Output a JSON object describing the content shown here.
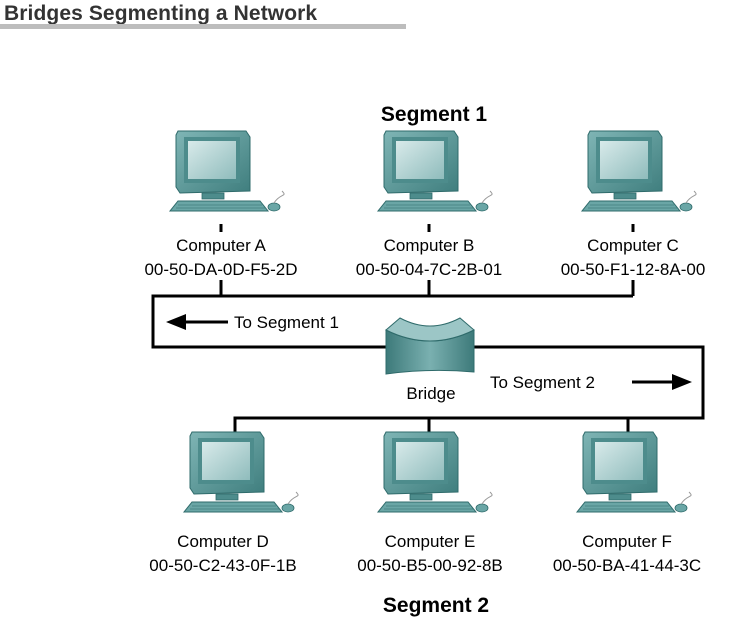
{
  "title": "Bridges Segmenting a Network",
  "segments": {
    "top": "Segment 1",
    "bottom": "Segment 2"
  },
  "bridge": {
    "label": "Bridge",
    "to_segment_1": "To Segment 1",
    "to_segment_2": "To Segment 2"
  },
  "computers": [
    {
      "name": "Computer A",
      "mac": "00-50-DA-0D-F5-2D"
    },
    {
      "name": "Computer B",
      "mac": "00-50-04-7C-2B-01"
    },
    {
      "name": "Computer C",
      "mac": "00-50-F1-12-8A-00"
    },
    {
      "name": "Computer D",
      "mac": "00-50-C2-43-0F-1B"
    },
    {
      "name": "Computer E",
      "mac": "00-50-B5-00-92-8B"
    },
    {
      "name": "Computer F",
      "mac": "00-50-BA-41-44-3C"
    }
  ],
  "colors": {
    "device_teal": "#5a9c9c",
    "device_dark": "#2f6b6b",
    "screen": "#b9d6d6",
    "title_text": "#333333",
    "title_bar": "#bdbdbd"
  }
}
